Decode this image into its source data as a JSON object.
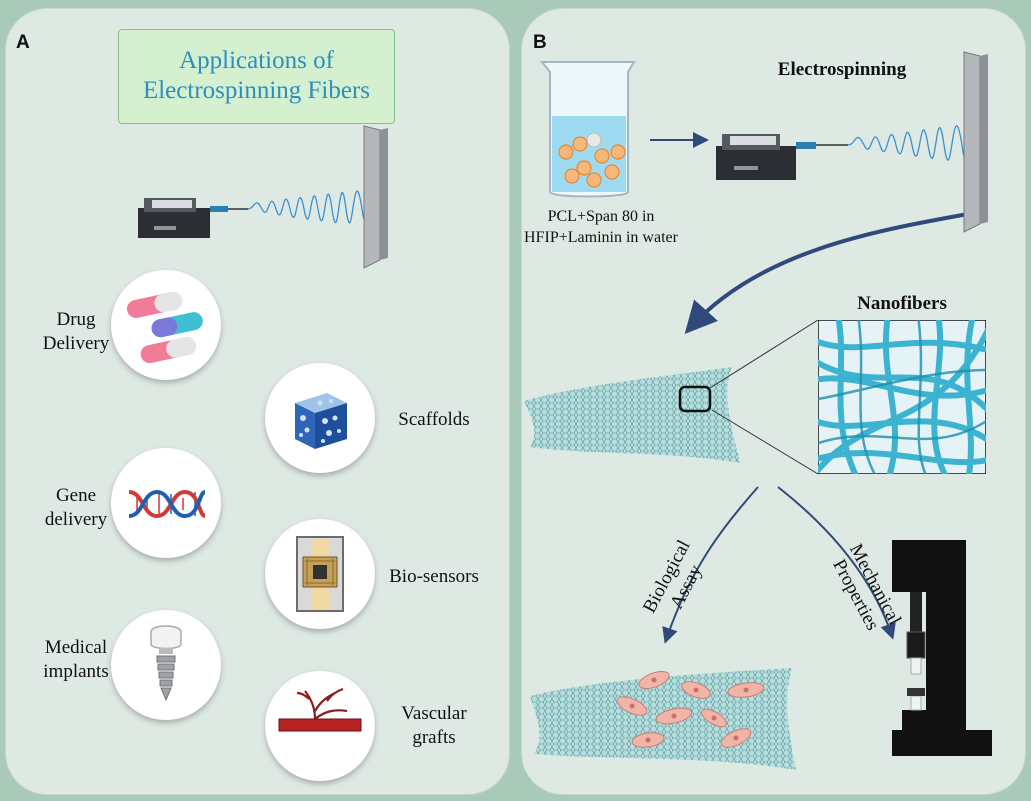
{
  "panel_a": {
    "letter": "A",
    "title_line1": "Applications of",
    "title_line2": "Electrospinning Fibers",
    "items": [
      {
        "line1": "Drug",
        "line2": "Delivery",
        "icon": "capsule-icon"
      },
      {
        "line1": "Scaffolds",
        "line2": "",
        "icon": "porous-scaffold-icon"
      },
      {
        "line1": "Gene",
        "line2": "delivery",
        "icon": "dna-icon"
      },
      {
        "line1": "Bio-sensors",
        "line2": "",
        "icon": "biosensor-chip-icon"
      },
      {
        "line1": "Medical",
        "line2": "implants",
        "icon": "dental-implant-icon"
      },
      {
        "line1": "Vascular",
        "line2": "grafts",
        "icon": "vascular-graft-icon"
      }
    ]
  },
  "panel_b": {
    "letter": "B",
    "electrospinning": "Electrospinning",
    "solution_line1": "PCL+Span 80 in",
    "solution_line2": "HFIP+Laminin  in water",
    "nanofibers": "Nanofibers",
    "branch_left_line1": "Biological",
    "branch_left_line2": "Assay",
    "branch_right_line1": "Mechanical",
    "branch_right_line2": "Properties"
  },
  "colors": {
    "background": "#a9c9b9",
    "panel": "#dfe9e3",
    "title_text": "#2d8ec0",
    "title_box": "#d4f0cf",
    "fiber_blue": "#3a8fd0",
    "arrow_navy": "#2f4a7a",
    "mesh": "#5aa6a6"
  }
}
